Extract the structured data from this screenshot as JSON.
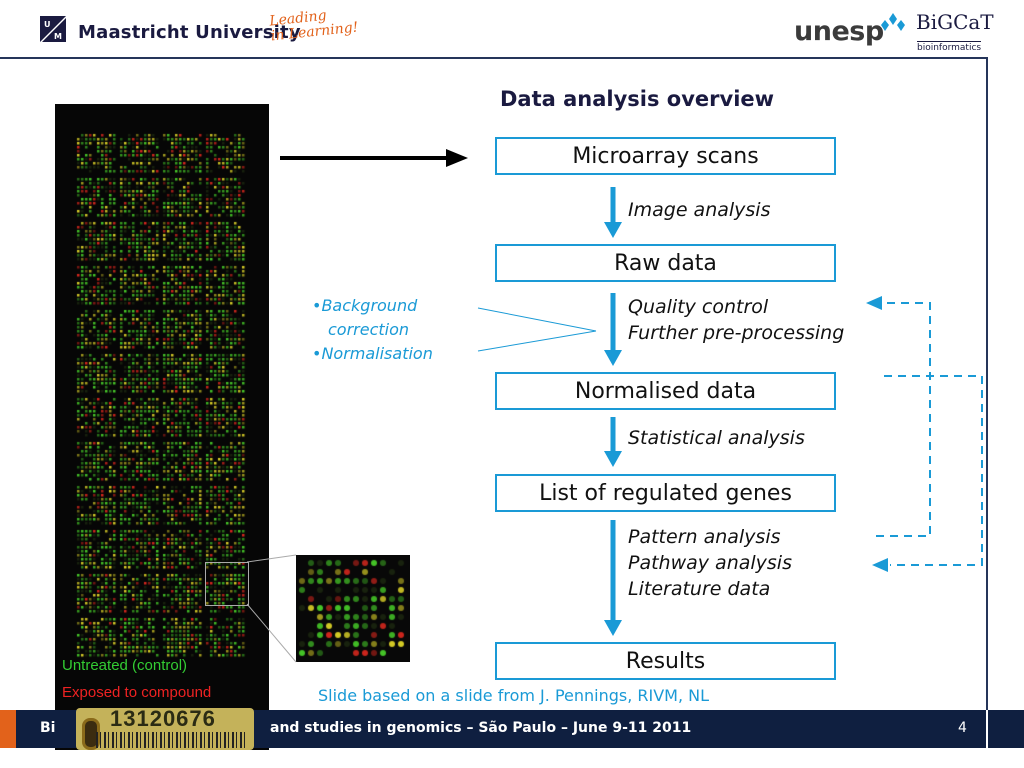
{
  "header": {
    "university": "Maastricht University",
    "tagline_line1": "Leading",
    "tagline_line2": "in Learning!",
    "partner1": "unesp",
    "partner2_name": "BiGCaT",
    "partner2_sub": "bioinformatics"
  },
  "slide": {
    "title": "Data analysis overview",
    "boxes": [
      "Microarray scans",
      "Raw data",
      "Normalised data",
      "List of regulated genes",
      "Results"
    ],
    "steps": {
      "s1": [
        "Image analysis"
      ],
      "s2": [
        "Quality control",
        "Further pre-processing"
      ],
      "s3": [
        "Statistical analysis"
      ],
      "s4": [
        "Pattern analysis",
        "Pathway analysis",
        "Literature data"
      ]
    },
    "side_notes": [
      "•Background",
      "correction",
      "•Normalisation"
    ],
    "credit": "Slide based on a slide from J. Pennings, RIVM, NL"
  },
  "image_labels": {
    "untreated": "Untreated (control)",
    "exposed": "Exposed to compound",
    "barcode": "13120676"
  },
  "footer": {
    "text_left": "Bi",
    "text_right": "and studies in genomics – São Paulo – June 9-11 2011",
    "page": "4"
  },
  "colors": {
    "accent": "#1a9ad6",
    "navy": "#0f1f40",
    "orange": "#e2621b",
    "control_green": "#33cc33",
    "exposed_red": "#ee2222"
  }
}
